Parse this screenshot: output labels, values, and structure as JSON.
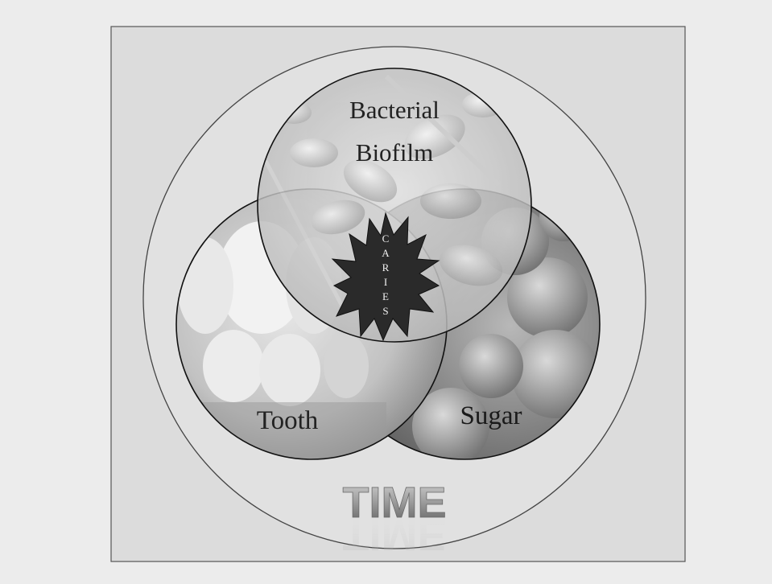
{
  "diagram": {
    "circles": {
      "biofilm": {
        "line1": "Bacterial",
        "line2": "Biofilm"
      },
      "tooth": {
        "label": "Tooth"
      },
      "sugar": {
        "label": "Sugar"
      }
    },
    "center": {
      "label": "CARIES"
    },
    "outer": {
      "label": "TIME"
    }
  }
}
